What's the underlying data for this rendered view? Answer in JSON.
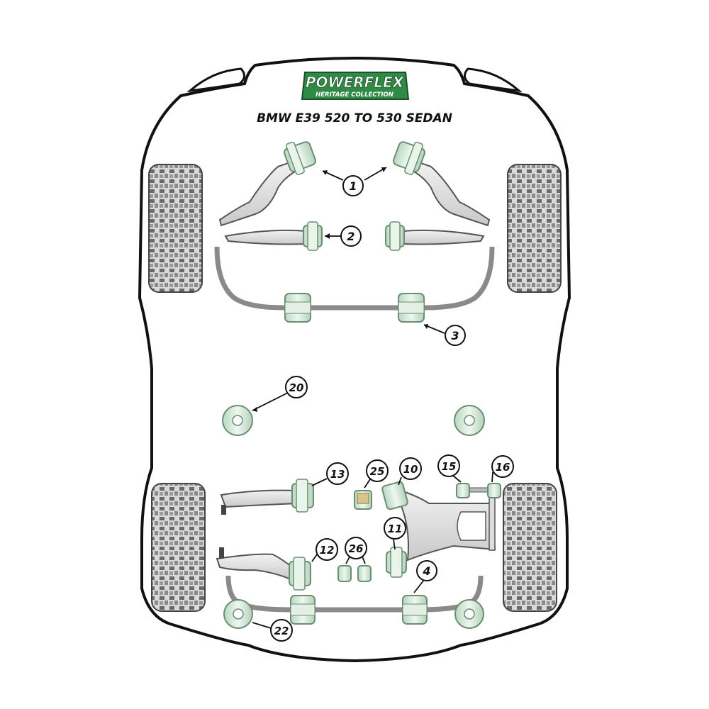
{
  "logo": {
    "brand": "POWERFLEX",
    "tagline": "HERITAGE COLLECTION"
  },
  "title": "BMW E39 520 TO 530 SEDAN",
  "colors": {
    "bush": "#d8ecd8",
    "bush_stroke": "#6a8d73",
    "arm": "#e4e4e4",
    "arm_stroke": "#555555",
    "logo_green": "#2f8a45",
    "tyre": "#c8c8c8"
  },
  "callouts": {
    "c1": "1",
    "c2": "2",
    "c3": "3",
    "c4": "4",
    "c10": "10",
    "c11": "11",
    "c12": "12",
    "c13": "13",
    "c15": "15",
    "c16": "16",
    "c20": "20",
    "c22": "22",
    "c25": "25",
    "c26": "26"
  }
}
